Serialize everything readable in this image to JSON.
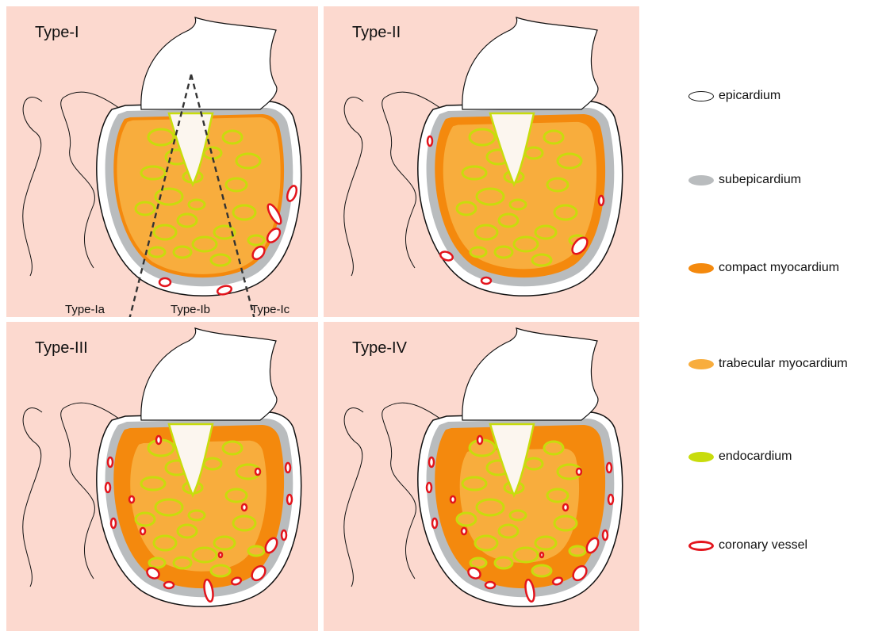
{
  "panels": [
    {
      "title": "Type-I"
    },
    {
      "title": "Type-II"
    },
    {
      "title": "Type-III"
    },
    {
      "title": "Type-IV"
    }
  ],
  "type_i_sublabels": [
    "Type-Ia",
    "Type-Ib",
    "Type-Ic"
  ],
  "legend": [
    {
      "label": "epicardium",
      "fill": "#ffffff",
      "stroke": "#111111"
    },
    {
      "label": "subepicardium",
      "fill": "#b9bcbe",
      "stroke": "none"
    },
    {
      "label": "compact myocardium",
      "fill": "#f4890d",
      "stroke": "none"
    },
    {
      "label": "trabecular myocardium",
      "fill": "#f8ad3d",
      "stroke": "none"
    },
    {
      "label": "endocardium",
      "fill": "#c8dc0c",
      "stroke": "none"
    },
    {
      "label": "coronary vessel",
      "fill": "#ffffff",
      "stroke": "#e3141c"
    }
  ],
  "colors": {
    "background": "#fcd9cf",
    "subepicardium": "#b9bcbe",
    "compact": "#f4890d",
    "trabecular": "#f8ad3d",
    "endocardium": "#c8dc0c",
    "vessel": "#e3141c",
    "outline": "#111111"
  }
}
